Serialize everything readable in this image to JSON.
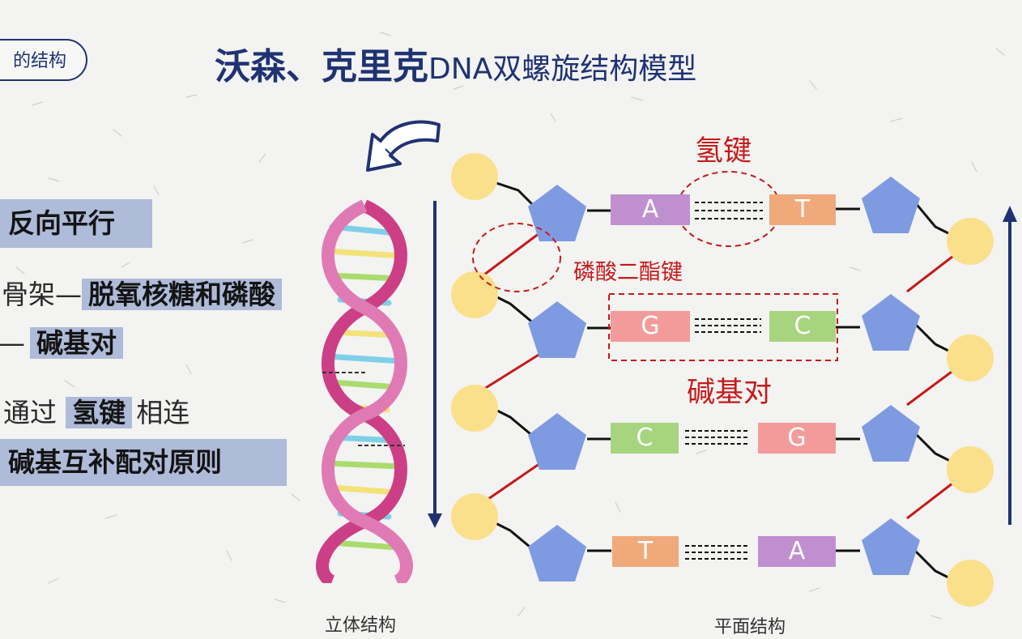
{
  "tab": {
    "label": "的结构"
  },
  "title": {
    "main": "沃森、克里克",
    "sub": "DNA双螺旋结构模型"
  },
  "left_notes": {
    "line1": {
      "highlight": "反向平行"
    },
    "line2": {
      "prefix": "骨架—",
      "highlight": "脱氧核糖和磷酸"
    },
    "line3": {
      "prefix": "—",
      "highlight": "碱基对"
    },
    "line4": {
      "prefix": "通过",
      "highlight": "氢键",
      "suffix": "相连"
    },
    "line5": {
      "highlight": "碱基互补配对原则"
    }
  },
  "captions": {
    "stereo": "立体结构",
    "planar": "平面结构"
  },
  "labels": {
    "hydrogen_bond": "氢键",
    "phosphodiester_bond": "磷酸二酯键",
    "base_pair": "碱基对"
  },
  "base_pairs": [
    {
      "left": "A",
      "right": "T",
      "left_color": "#c08fd0",
      "right_color": "#f0a97a"
    },
    {
      "left": "G",
      "right": "C",
      "left_color": "#f39b9b",
      "right_color": "#a6d47f"
    },
    {
      "left": "C",
      "right": "G",
      "left_color": "#a6d47f",
      "right_color": "#f39b9b"
    },
    {
      "left": "T",
      "right": "A",
      "left_color": "#f0a97a",
      "right_color": "#c08fd0"
    }
  ],
  "colors": {
    "accent_navy": "#1f3373",
    "highlight": "#aebbd9",
    "phosphate": "#fbe08c",
    "sugar": "#7e9be2",
    "bond_red": "#c41a1a"
  }
}
